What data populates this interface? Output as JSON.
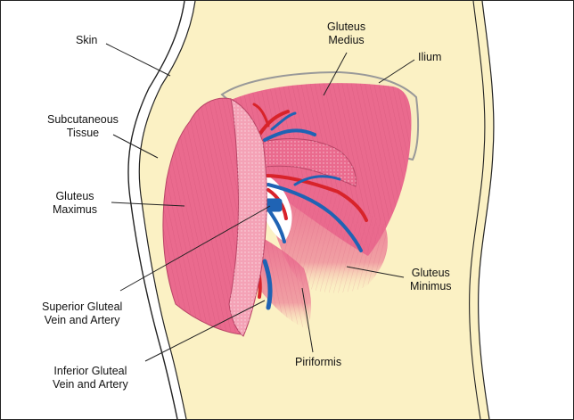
{
  "labels": {
    "skin": "Skin",
    "gluteus_medius": [
      "Gluteus",
      "Medius"
    ],
    "ilium": "Ilium",
    "subcutaneous": [
      "Subcutaneous",
      "Tissue"
    ],
    "gluteus_maximus": [
      "Gluteus",
      "Maximus"
    ],
    "gluteus_minimus": [
      "Gluteus",
      "Minimus"
    ],
    "superior_gluteal": [
      "Superior Gluteal",
      "Vein and Artery"
    ],
    "piriformis": "Piriformis",
    "inferior_gluteal": [
      "Inferior Gluteal",
      "Vein and Artery"
    ]
  },
  "colors": {
    "tissue": "#fbf1c4",
    "muscle": "#ea6a8e",
    "muscle_light": "#f4a2b6",
    "artery": "#d8232a",
    "vein": "#1f63b4",
    "bone": "#f7ecc0"
  }
}
